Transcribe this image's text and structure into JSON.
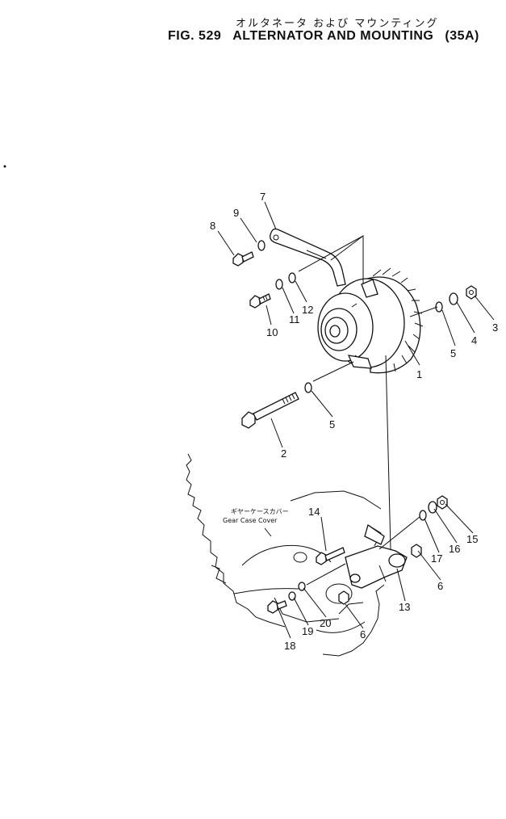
{
  "title": {
    "japanese": "オルタネータ および マウンティング",
    "fig_number": "FIG. 529",
    "name": "ALTERNATOR AND MOUNTING",
    "model": "(35A)"
  },
  "callouts": {
    "c1": "1",
    "c2": "2",
    "c3": "3",
    "c4": "4",
    "c5a": "5",
    "c5b": "5",
    "c6a": "6",
    "c6b": "6",
    "c7": "7",
    "c8": "8",
    "c9": "9",
    "c10": "10",
    "c11": "11",
    "c12": "12",
    "c13": "13",
    "c14": "14",
    "c15": "15",
    "c16": "16",
    "c17": "17",
    "c18": "18",
    "c19": "19",
    "c20": "20"
  },
  "gear_case_note": {
    "japanese": "ギヤーケースカバー",
    "english": "Gear Case Cover"
  }
}
